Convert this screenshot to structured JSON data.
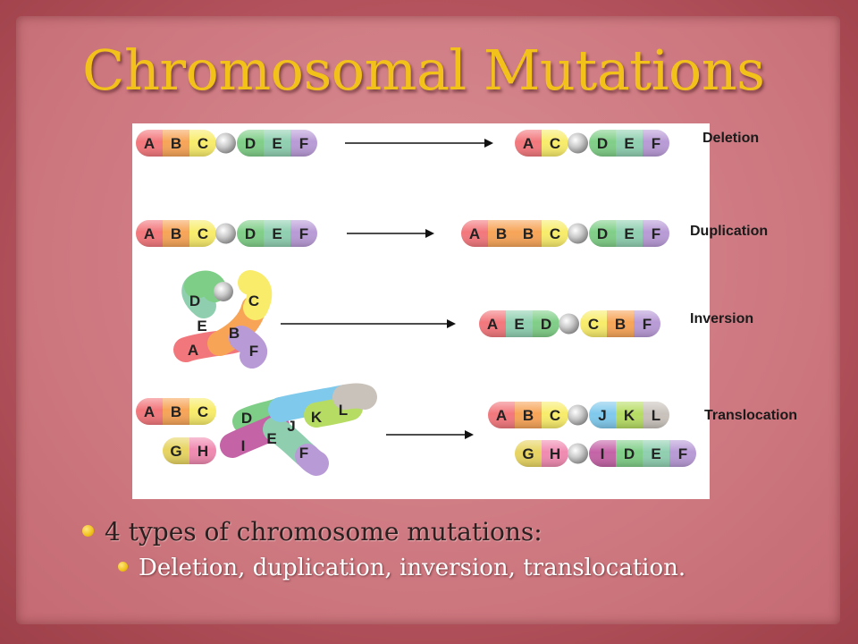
{
  "slide": {
    "title": "Chromosomal Mutations",
    "bullets": {
      "main": "4 types of chromosome mutations:",
      "sub": "Deletion, duplication, inversion, translocation."
    }
  },
  "figure": {
    "labels": {
      "deletion": "Deletion",
      "duplication": "Duplication",
      "inversion": "Inversion",
      "translocation": "Translocation"
    },
    "colors": {
      "A": "#f2777c",
      "B": "#f7a457",
      "C": "#f8ec6a",
      "centromere": "#b7b7b7",
      "D": "#7fce87",
      "E": "#8fcfb0",
      "F": "#b89ad6",
      "G": "#e7d461",
      "H": "#f08ab0",
      "I": "#c463a6",
      "J": "#7fc9ec",
      "K": "#b6dc63",
      "L": "#c9c2bb"
    },
    "rows": [
      {
        "name": "deletion",
        "before": [
          "A",
          "B",
          "C",
          "o",
          "D",
          "E",
          "F"
        ],
        "after": [
          "A",
          "C",
          "o",
          "D",
          "E",
          "F"
        ]
      },
      {
        "name": "duplication",
        "before": [
          "A",
          "B",
          "C",
          "o",
          "D",
          "E",
          "F"
        ],
        "after": [
          "A",
          "B",
          "B",
          "C",
          "o",
          "D",
          "E",
          "F"
        ]
      },
      {
        "name": "inversion",
        "before_loop": [
          "A",
          "B",
          "C",
          "o",
          "D",
          "E",
          "F"
        ],
        "after": [
          "A",
          "E",
          "D",
          "o",
          "C",
          "B",
          "F"
        ]
      },
      {
        "name": "translocation",
        "before": {
          "chromosome1": [
            "A",
            "B",
            "C"
          ],
          "chromosome2": [
            "G",
            "H",
            "I"
          ],
          "arm": [
            "D",
            "E",
            "F"
          ],
          "arm2": [
            "J",
            "K",
            "L"
          ]
        },
        "after": {
          "chromosome1": [
            "A",
            "B",
            "C",
            "o",
            "J",
            "K",
            "L"
          ],
          "chromosome2": [
            "G",
            "H",
            "o",
            "I",
            "D",
            "E",
            "F"
          ]
        }
      }
    ]
  }
}
